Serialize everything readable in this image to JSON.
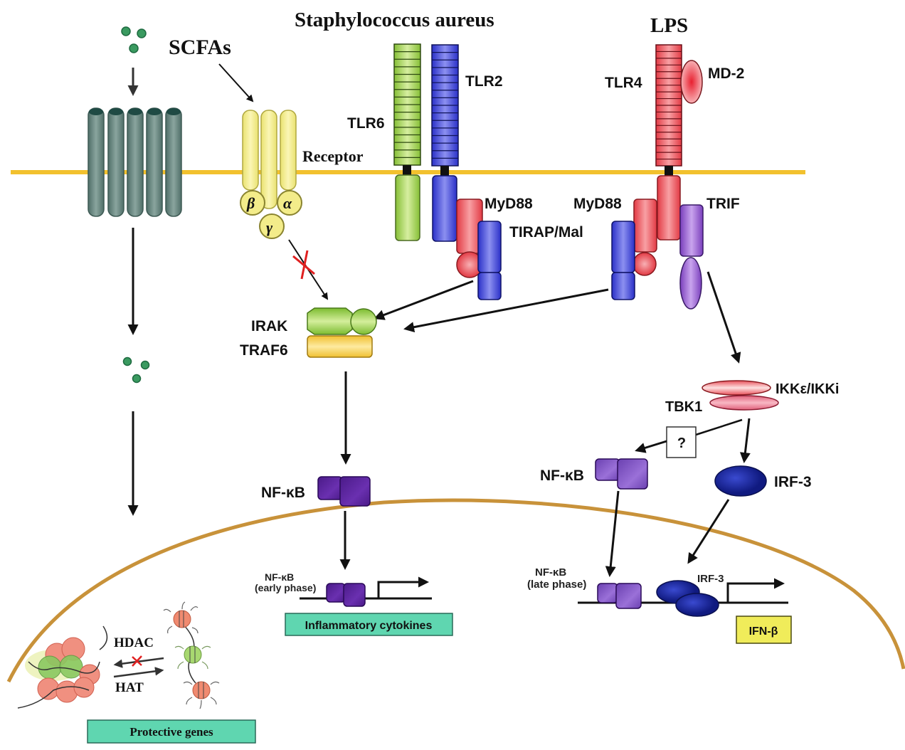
{
  "title": "SCFAs and TLR signaling pathways",
  "ligands": {
    "scfas": "SCFAs",
    "staph": "Staphylococcus aureus",
    "lps": "LPS"
  },
  "receptors": {
    "receptor": "Receptor",
    "tlr6": "TLR6",
    "tlr2": "TLR2",
    "tlr4": "TLR4",
    "md2": "MD-2",
    "beta": "β",
    "alpha": "α",
    "gamma": "γ"
  },
  "adaptors": {
    "myd88_left": "MyD88",
    "tirap": "TIRAP/Mal",
    "myd88_right": "MyD88",
    "trif": "TRIF"
  },
  "kinases": {
    "irak": "IRAK",
    "traf6": "TRAF6",
    "ikk": "IKKε/IKKi",
    "tbk1": "TBK1",
    "unknown": "?"
  },
  "transcription": {
    "nfkb_left": "NF-κB",
    "nfkb_right": "NF-κB",
    "irf3": "IRF-3",
    "nfkb_early_1": "NF-κB",
    "nfkb_early_2": "(early phase)",
    "nfkb_late_1": "NF-κB",
    "nfkb_late_2": "(late phase)",
    "irf3_nuc": "IRF-3"
  },
  "outputs": {
    "inflammatory": "Inflammatory cytokines",
    "ifnb": "IFN-β",
    "protective": "Protective genes"
  },
  "chromatin": {
    "hdac": "HDAC",
    "hat": "HAT"
  },
  "colors": {
    "membrane": "#f2c12e",
    "nuclear_membrane": "#c8923a",
    "channel": "#5f7f78",
    "gpcr": "#f3ec8a",
    "tlr6": "#8cc43c",
    "tlr2": "#3a3fd6",
    "tlr4": "#e8404a",
    "trif": "#8a4fc4",
    "nfkb": "#5a2a9a",
    "irf3": "#1a2a9a",
    "output_box": "#5fd6b0",
    "ifn_box": "#f0ec5a",
    "inhibit": "#e02020"
  }
}
